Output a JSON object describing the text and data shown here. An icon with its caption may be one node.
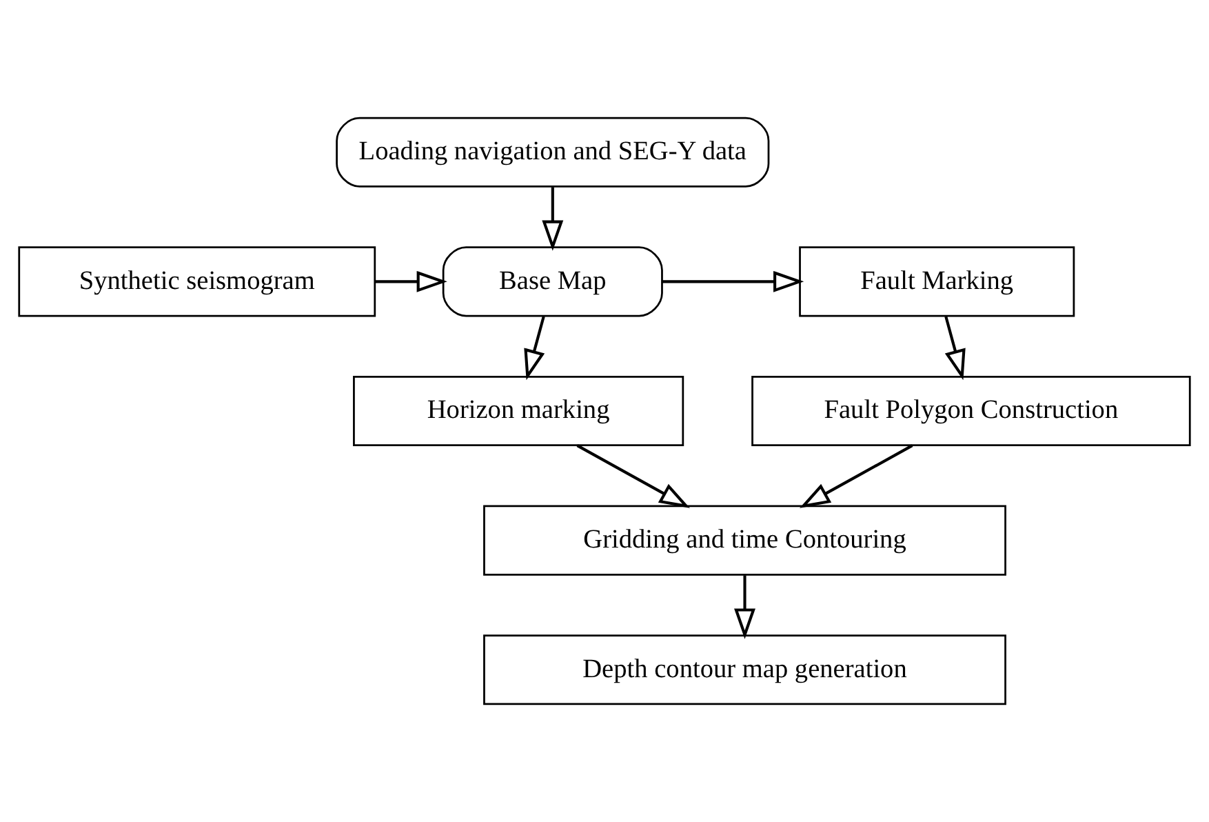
{
  "diagram": {
    "nodes": [
      {
        "text": [
          "Loading navigation and SEG-Y data"
        ]
      },
      {
        "text": [
          "Synthetic seismogram"
        ]
      },
      {
        "text": [
          "Base Map"
        ]
      },
      {
        "text": [
          "Fault Marking"
        ]
      },
      {
        "text": [
          "Horizon marking"
        ]
      },
      {
        "text": [
          "Fault Polygon Construction"
        ]
      },
      {
        "text": [
          "Gridding and time Contouring"
        ]
      },
      {
        "text": [
          "Depth contour map generation"
        ]
      }
    ],
    "edges": [
      {
        "from": 0,
        "to": 2,
        "arrow": "to"
      },
      {
        "from": 1,
        "to": 2,
        "arrow": "to"
      },
      {
        "from": 2,
        "to": 3,
        "arrow": "to"
      },
      {
        "from": 2,
        "to": 4,
        "arrow": "to"
      },
      {
        "from": 3,
        "to": 5,
        "arrow": "to"
      },
      {
        "from": 4,
        "to": 6,
        "arrow": "to"
      },
      {
        "from": 5,
        "to": 6,
        "arrow": "to"
      },
      {
        "from": 6,
        "to": 7,
        "arrow": "to"
      }
    ]
  }
}
